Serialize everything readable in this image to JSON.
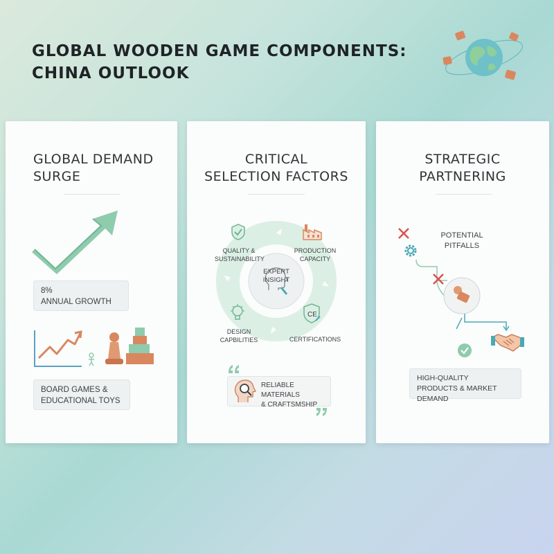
{
  "header": {
    "title_line1": "GLOBAL WOODEN GAME COMPONENTS:",
    "title_line2": "CHINA OUTLOOK"
  },
  "cards": [
    {
      "title_line1": "GLOBAL DEMAND",
      "title_line2": "SURGE",
      "stat_value": "8%",
      "stat_label": "ANNUAL GROWTH",
      "category_line1": "BOARD GAMES &",
      "category_line2": "EDUCATIONAL TOYS"
    },
    {
      "title_line1": "CRITICAL",
      "title_line2": "SELECTION FACTORS",
      "factors": {
        "quality_line1": "QUALITY &",
        "quality_line2": "SUSTAINABILITY",
        "production_line1": "PRODUCTION",
        "production_line2": "CAPACITY",
        "design_line1": "DESIGN",
        "design_line2": "CAPBILITIES",
        "certifications": "CERTIFICATIONS"
      },
      "center_line1": "EXPERT",
      "center_line2": "INSIGHT",
      "quote_line1": "RELIABLE MATERIALS",
      "quote_line2": "& CRAFTSMSHIP"
    },
    {
      "title_line1": "STRATEGIC",
      "title_line2": "PARTNERING",
      "pitfalls_line1": "POTENTIAL",
      "pitfalls_line2": "PITFALLS",
      "result_line1": "HIGH-QUALITY",
      "result_line2": "PRODUCTS & MARKET DEMAND"
    }
  ],
  "colors": {
    "accent_green": "#8fcbad",
    "wood": "#d9875f",
    "teal": "#4aa8b8",
    "red": "#d9534f"
  },
  "icons": [
    "globe-icon",
    "trend-arrow-icon",
    "line-chart-icon",
    "pawn-icon",
    "blocks-icon",
    "shield-check-icon",
    "factory-icon",
    "head-magnifier-icon",
    "lightbulb-icon",
    "ce-certificate-icon",
    "gear-icon",
    "x-mark-icon",
    "checkmark-icon",
    "handshake-icon",
    "quote-icon"
  ]
}
